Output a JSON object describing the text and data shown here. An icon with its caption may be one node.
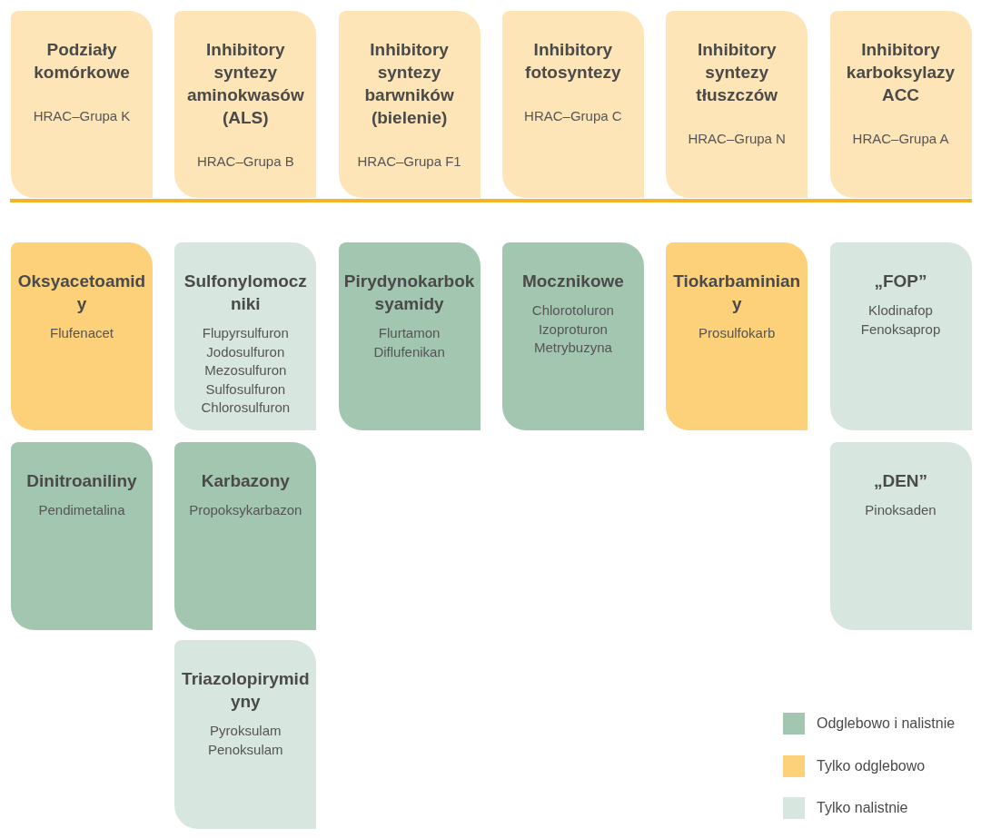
{
  "diagram": {
    "nodes": [
      {
        "text": [
          "Podziały komórkowe",
          "HRAC–Grupa K"
        ]
      },
      {
        "text": [
          "Inhibitory syntezy aminokwasów (ALS)",
          "HRAC–Grupa B"
        ]
      },
      {
        "text": [
          "Inhibitory syntezy barwników (bielenie)",
          "HRAC–Grupa F1"
        ]
      },
      {
        "text": [
          "Inhibitory fotosyntezy",
          "HRAC–Grupa C"
        ]
      },
      {
        "text": [
          "Inhibitory syntezy tłuszczów",
          "HRAC–Grupa N"
        ]
      },
      {
        "text": [
          "Inhibitory karboksylazy ACC",
          "HRAC–Grupa A"
        ]
      },
      {
        "text": [
          "Oksyacetoamidy",
          "Flufenacet"
        ]
      },
      {
        "text": [
          "Sulfonylomoczniki",
          "Flupyrsulfuron",
          "Jodosulfuron",
          "Mezosulfuron",
          "Sulfosulfuron",
          "Chlorosulfuron"
        ]
      },
      {
        "text": [
          "Pirydynokarboksyamidy",
          "Flurtamon",
          "Diflufenikan"
        ]
      },
      {
        "text": [
          "Mocznikowe",
          "Chlorotoluron",
          "Izoproturon",
          "Metrybuzyna"
        ]
      },
      {
        "text": [
          "Tiokarbaminiany",
          "Prosulfokarb"
        ]
      },
      {
        "text": [
          "„FOP”",
          "Klodinafop",
          "Fenoksaprop"
        ]
      },
      {
        "text": [
          "Dinitroaniliny",
          "Pendimetalina"
        ]
      },
      {
        "text": [
          "Karbazony",
          "Propoksykarbazon"
        ]
      },
      {
        "text": [
          "„DEN”",
          "Pinoksaden"
        ]
      },
      {
        "text": [
          "Triazolopirymidyny",
          "Pyroksulam",
          "Penoksulam"
        ]
      }
    ],
    "legend": [
      {
        "text": "Odglebowo i nalistnie",
        "color": "#a3c6b1"
      },
      {
        "text": "Tylko odglebowo",
        "color": "#fdd07a"
      },
      {
        "text": "Tylko nalistnie",
        "color": "#d7e6de"
      }
    ]
  }
}
